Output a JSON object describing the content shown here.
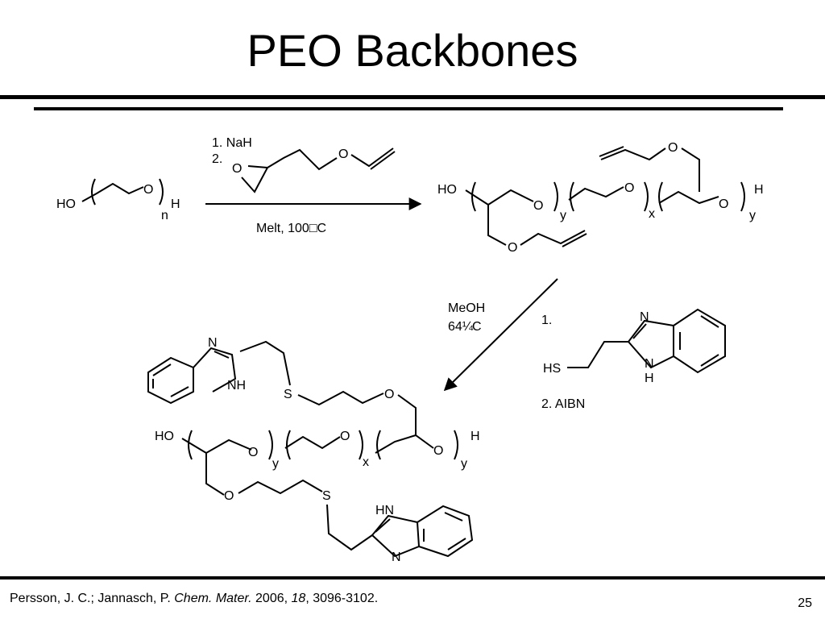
{
  "slide": {
    "title": "PEO Backbones",
    "page_number": "25"
  },
  "citation": {
    "authors": "Persson, J. C.; Jannasch, P. ",
    "journal": "Chem. Mater.",
    "year": " 2006, ",
    "volume": "18",
    "pages": ", 3096-3102."
  },
  "scheme": {
    "reaction1": {
      "reagent_1": "1. NaH",
      "reagent_2": "2.",
      "conditions": "Melt, 100□C"
    },
    "reaction2": {
      "solvent": "MeOH",
      "temperature": "64¼",
      "temperature_unit": "C",
      "step1": "1.",
      "step2": "2. AIBN"
    },
    "atoms": {
      "ho": "HO",
      "o": "O",
      "h": "H",
      "n": "n",
      "x": "x",
      "y": "y",
      "hs": "HS",
      "s": "S",
      "nh": "NH",
      "hn": "HN",
      "n_atom": "N"
    }
  }
}
